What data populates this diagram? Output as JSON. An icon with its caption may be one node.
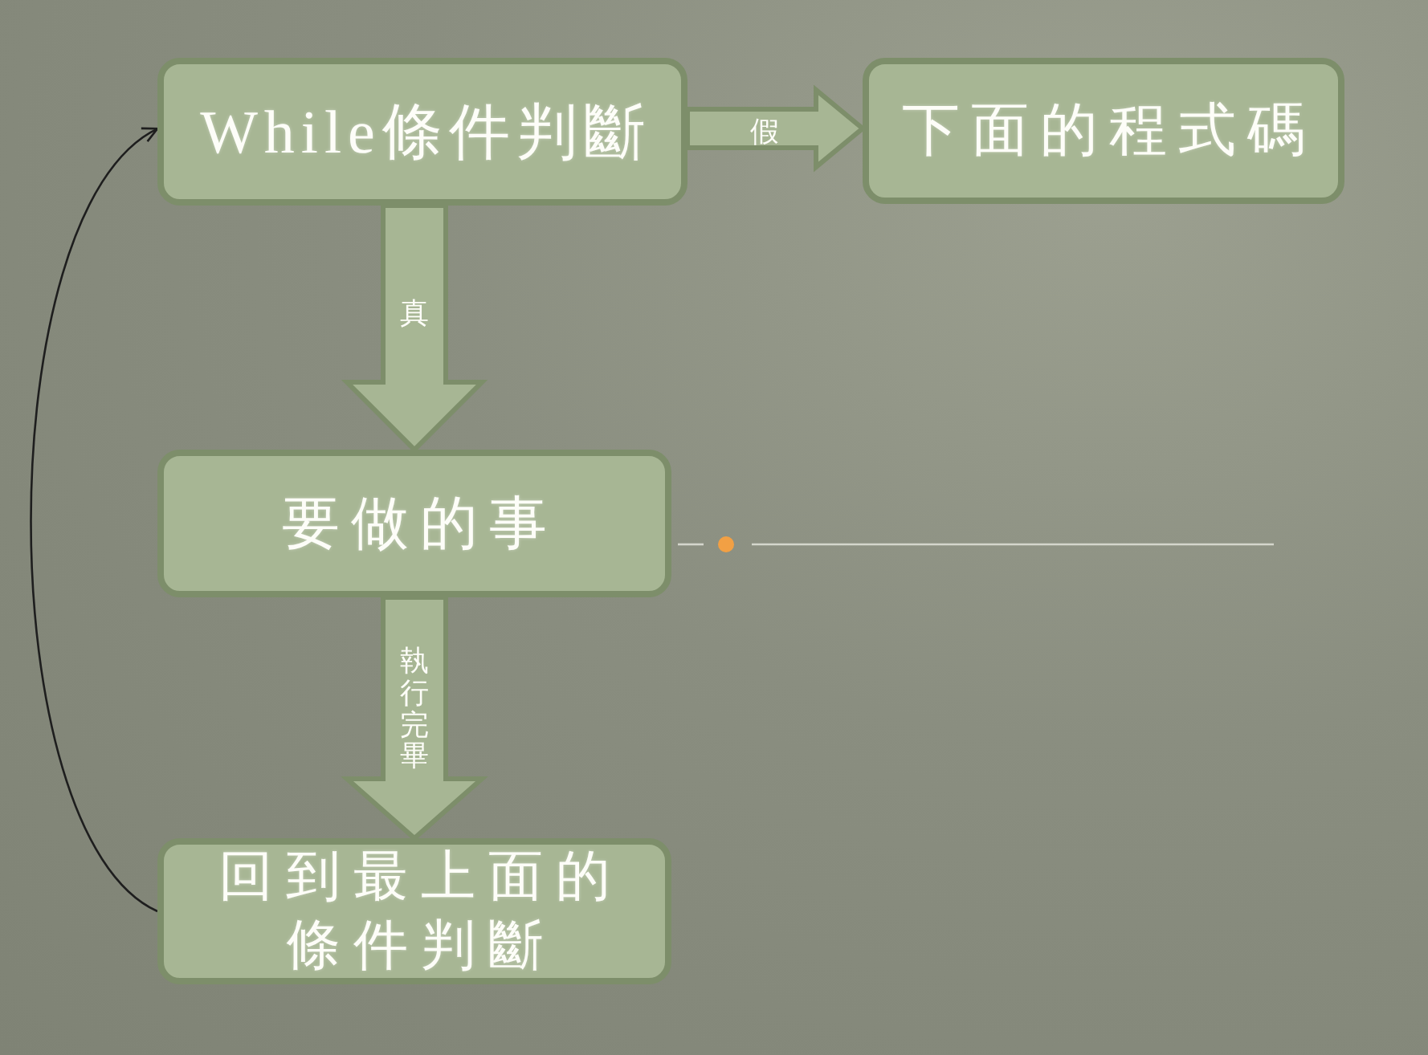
{
  "diagram": {
    "nodes": [
      {
        "text": [
          "While條件判斷"
        ]
      },
      {
        "text": [
          "下面的程式碼"
        ]
      },
      {
        "text": [
          "要做的事"
        ]
      },
      {
        "text": [
          "回到最上面的條件判斷"
        ]
      }
    ],
    "edges": [
      {
        "from": 0,
        "to": 1,
        "arrow": "to",
        "label": "假",
        "style": "thick"
      },
      {
        "from": 0,
        "to": 2,
        "arrow": "to",
        "label": "真",
        "style": "thick"
      },
      {
        "from": 2,
        "to": 3,
        "arrow": "to",
        "label": "執行完畢",
        "style": "thick"
      },
      {
        "from": 3,
        "to": 0,
        "arrow": "to",
        "color": "#1e1e1e"
      }
    ]
  }
}
